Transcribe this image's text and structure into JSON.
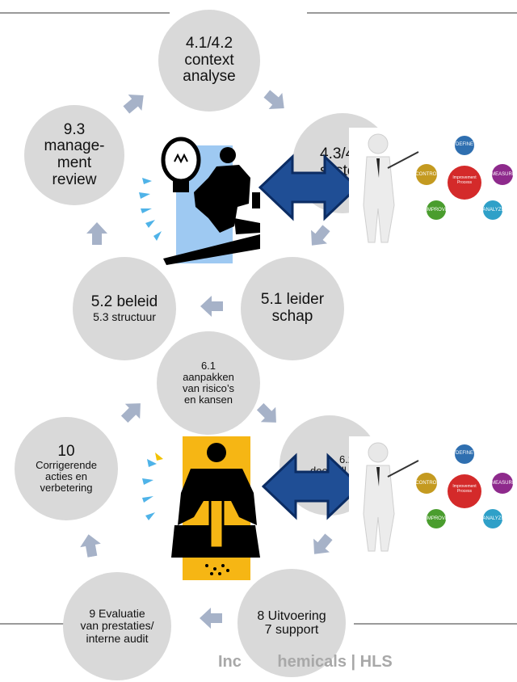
{
  "nodes": {
    "context": {
      "line1": "4.1/4.2",
      "line2": "context",
      "line3": "analyse"
    },
    "systeem": {
      "line1": "4.3/4",
      "line2": "syste"
    },
    "leiderschap": {
      "line1": "5.1 leider",
      "line2": "schap"
    },
    "beleid": {
      "line1": "5.2 beleid",
      "line2": "5.3 structuur"
    },
    "management": {
      "line1": "9.3",
      "line2": "manage-",
      "line3": "ment",
      "line4": "review"
    },
    "risicos": {
      "line1": "6.1",
      "line2": "aanpakken",
      "line3": "van risico’s",
      "line4": "en kansen"
    },
    "doelstellingen": {
      "line1": "6.2",
      "line2": "doestell"
    },
    "corrigerende": {
      "line1": "10",
      "line2": "Corrigerende",
      "line3": "acties en",
      "line4": "verbetering"
    },
    "uitvoering": {
      "line1": "8 Uitvoering",
      "line2": "7 support"
    },
    "evaluatie": {
      "line1": "9  Evaluatie",
      "line2": "van prestaties/",
      "line3": "interne audit"
    }
  },
  "dmaic": {
    "define": "DEFINE",
    "measure": "MEASURE",
    "analyze": "ANALYZE",
    "improve": "IMPROVE",
    "control": "CONTROL",
    "center_line1": "Improvement",
    "center_line2": "Process"
  },
  "footer": {
    "text": "Inc        hemicals | HLS"
  },
  "colors": {
    "node_fill": "#d9d9d9",
    "arrow_fill": "#a6b2c8",
    "double_arrow": "#1f4e95",
    "clip_blue": "#9ec9f2",
    "clip_yellow": "#f6b614",
    "define": "#2f6fb0",
    "measure": "#8e2a8c",
    "analyze": "#2fa0c8",
    "improve": "#4a9d2e",
    "control": "#c49a20",
    "center": "#d42a2a"
  },
  "icons": [
    "arrow-icon",
    "double-arrow-icon",
    "lightbulb-icon",
    "jackhammer-icon",
    "presenter-icon"
  ]
}
